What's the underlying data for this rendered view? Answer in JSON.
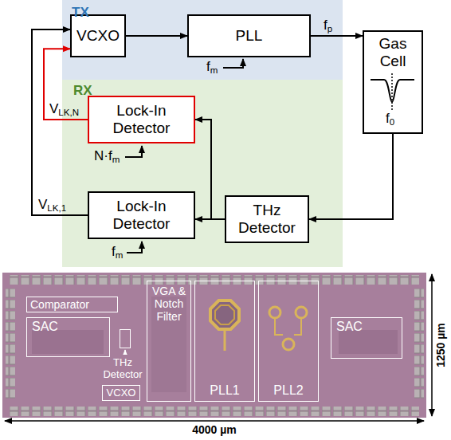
{
  "diagram": {
    "nodes": [
      {
        "text": [
          "TX"
        ]
      },
      {
        "text": [
          "VCXO"
        ],
        "in": 0
      },
      {
        "text": [
          "PLL"
        ],
        "in": 0
      },
      {
        "text": [
          "Gas Cell"
        ]
      },
      {
        "text": [
          "RX"
        ]
      },
      {
        "text": [
          "Lock-In Detector"
        ],
        "in": 4
      },
      {
        "text": [
          "Lock-In Detector"
        ],
        "in": 4
      },
      {
        "text": [
          "THz Detector"
        ],
        "in": 4
      },
      {
        "text": [
          "Comparator"
        ]
      },
      {
        "text": [
          "SAC"
        ]
      },
      {
        "text": [
          "VGA & Notch Filter"
        ]
      },
      {
        "text": [
          "THz Detector"
        ]
      },
      {
        "text": [
          "VCXO"
        ]
      },
      {
        "text": [
          "PLL1"
        ]
      },
      {
        "text": [
          "PLL2"
        ]
      },
      {
        "text": [
          "SAC"
        ]
      }
    ],
    "edges": [
      {
        "from": 1,
        "to": 2,
        "arrow": "to"
      },
      {
        "from": 2,
        "to": 3,
        "arrow": "to",
        "label": "fp"
      },
      {
        "from": 3,
        "to": 7,
        "arrow": "to"
      },
      {
        "from": 7,
        "to": 6,
        "arrow": "to"
      },
      {
        "from": 7,
        "to": 5,
        "arrow": "to"
      },
      {
        "from": 6,
        "to": 1,
        "arrow": "to",
        "label": "VLK,1"
      },
      {
        "from": 5,
        "to": 1,
        "arrow": "to",
        "label": "VLK,N"
      }
    ],
    "labels": [
      "fm",
      "N·fm",
      "fm",
      "f0",
      "4000 µm",
      "1250 µm"
    ]
  }
}
